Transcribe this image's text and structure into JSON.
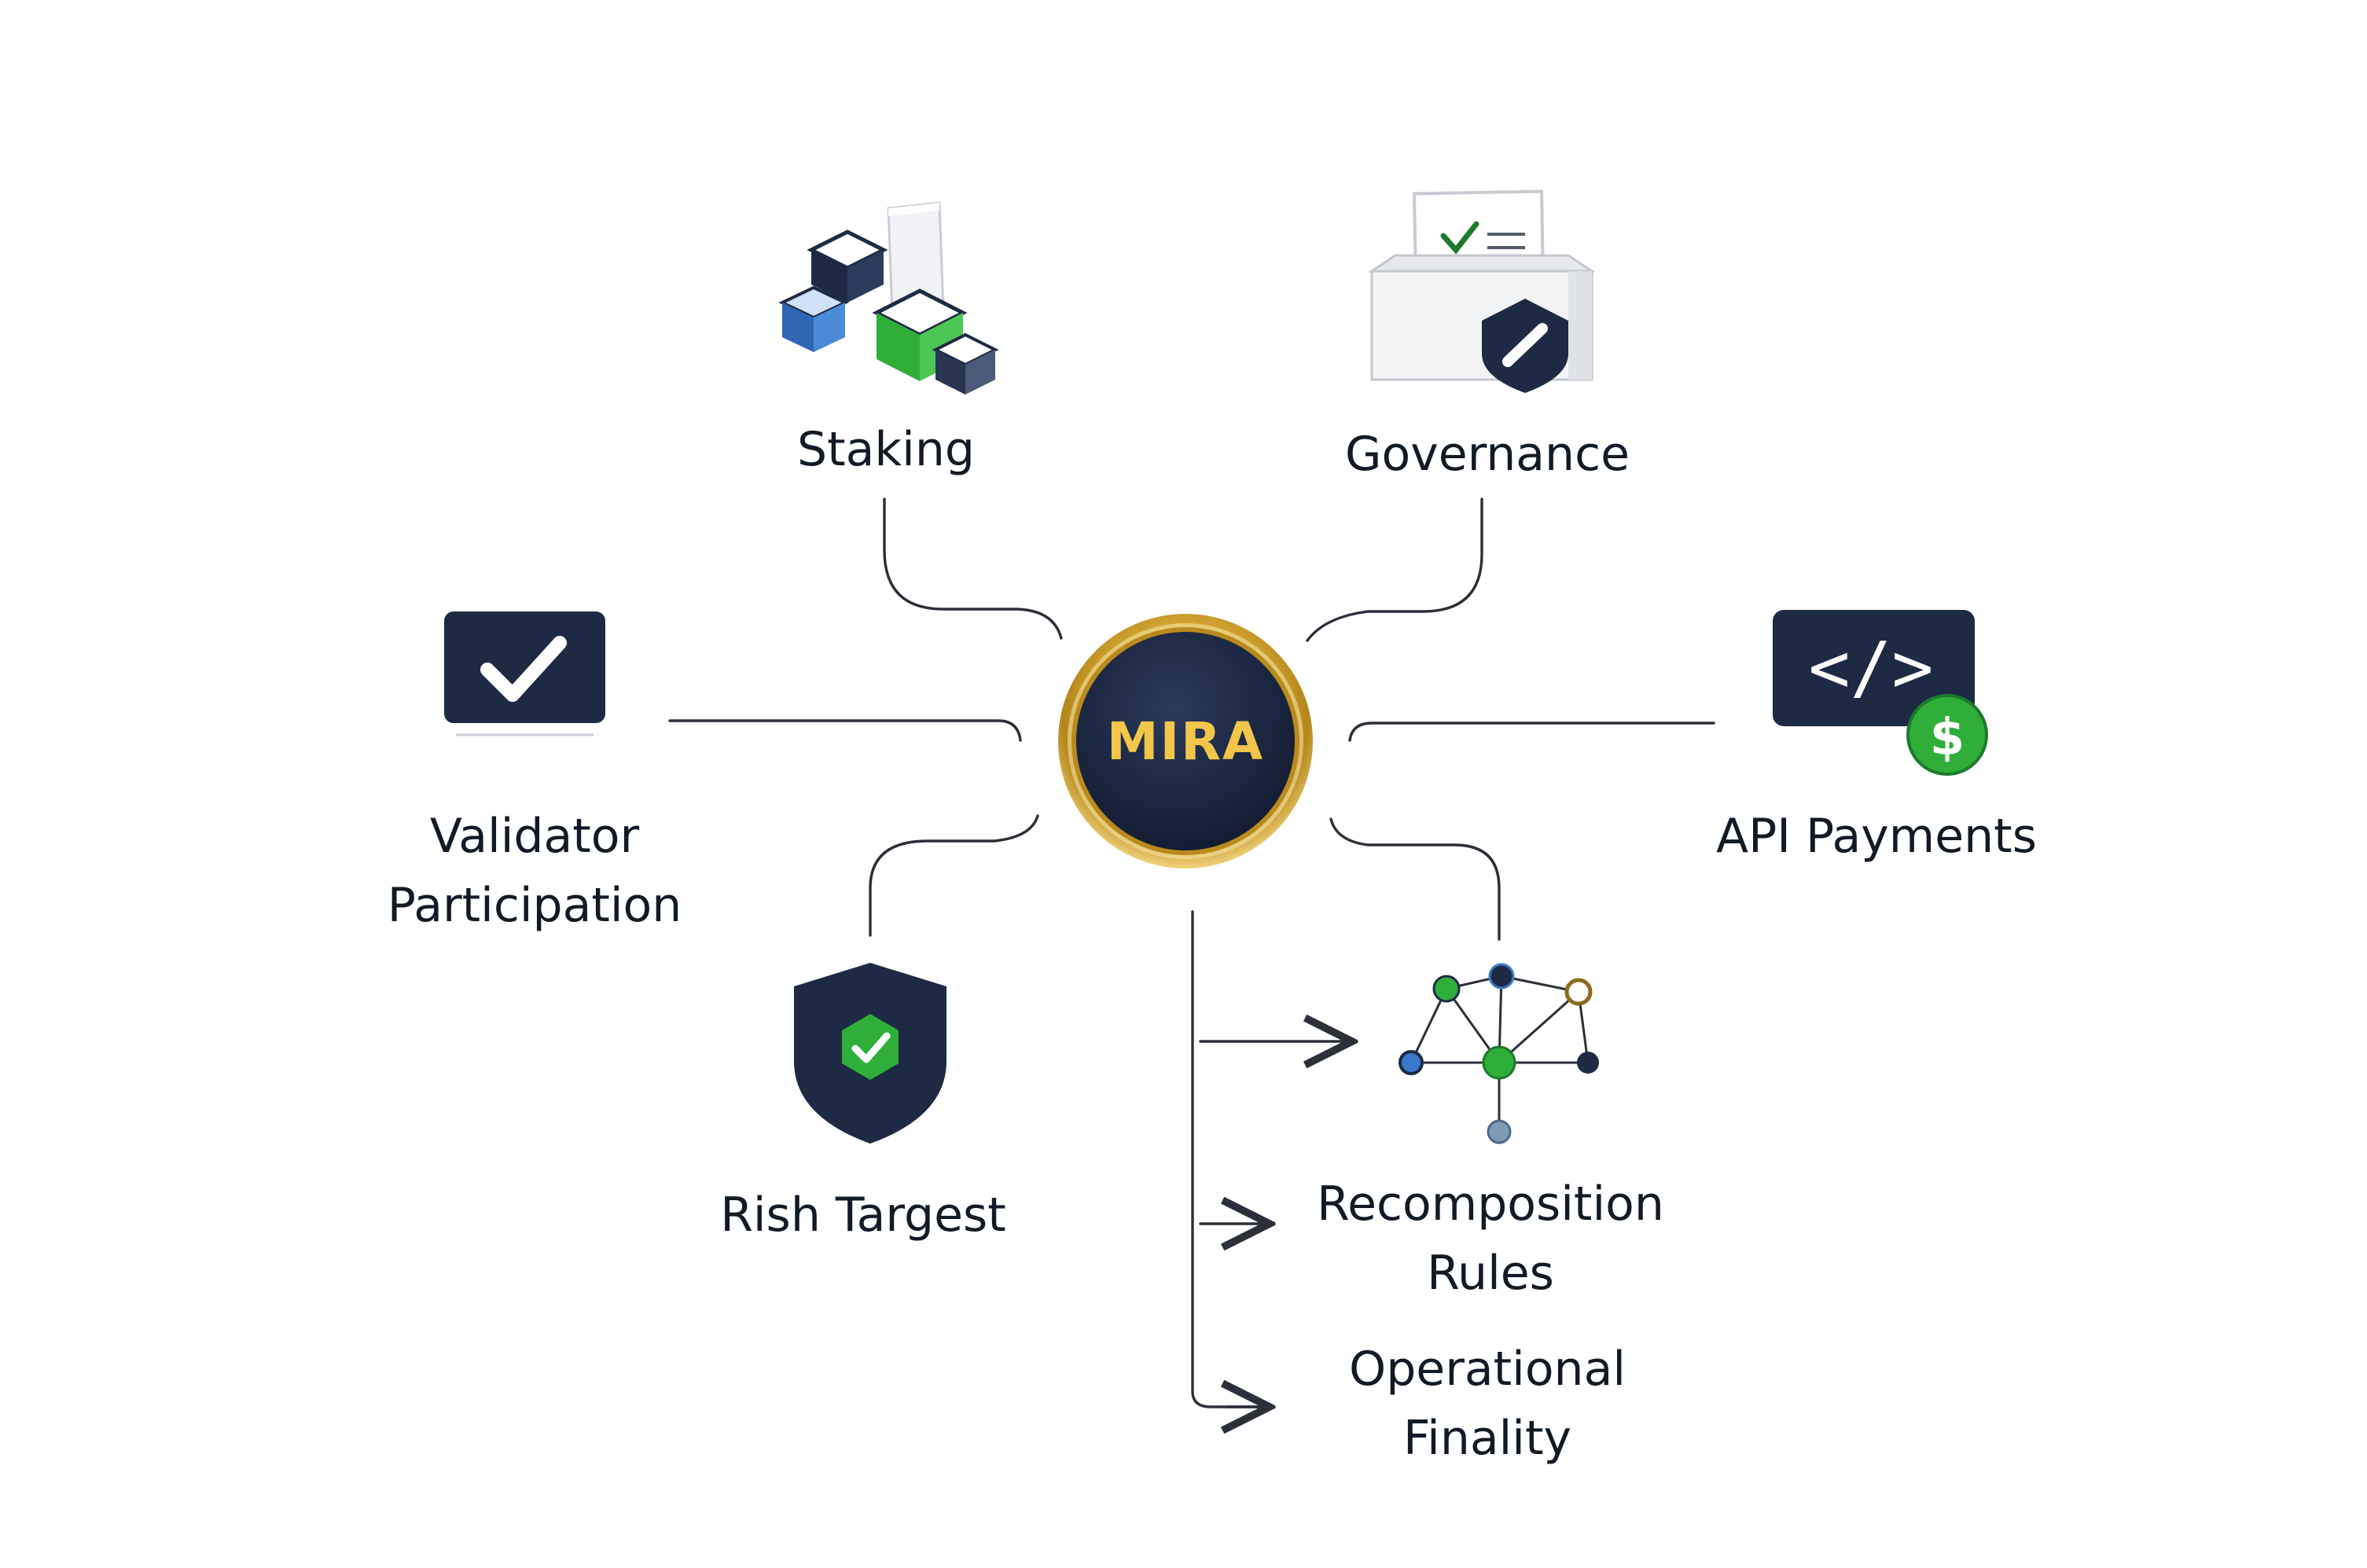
{
  "center": {
    "label": "MIRA"
  },
  "nodes": {
    "staking": {
      "label": "Staking",
      "icon": "cubes-icon"
    },
    "governance": {
      "label": "Governance",
      "icon": "ballot-box-icon"
    },
    "validator": {
      "label_line1": "Validator",
      "label_line2": "Participation",
      "icon": "checkmark-monitor-icon"
    },
    "api_payments": {
      "label": "API Payments",
      "icon": "code-dollar-icon"
    },
    "risk_target": {
      "label": "Rish Targest",
      "icon": "shield-check-icon"
    },
    "recomposition": {
      "label_line1": "Recomposition",
      "label_line2": "Rules",
      "icon": "network-graph-icon"
    },
    "finality": {
      "label_line1": "Operational",
      "label_line2": "Finality"
    }
  },
  "colors": {
    "navy": "#1d2a44",
    "gold": "#d8a72c",
    "gold_text": "#f2c64a",
    "green": "#2fae3a",
    "blue": "#3a79c9",
    "line": "#2b2f38"
  }
}
